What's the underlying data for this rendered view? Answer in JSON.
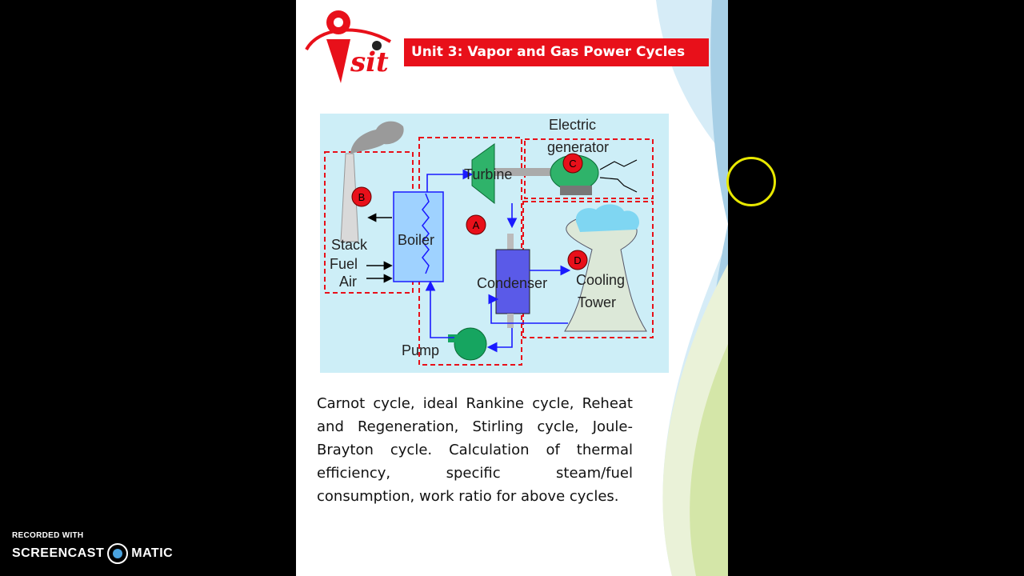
{
  "slide": {
    "title": "Unit 3: Vapor and Gas Power Cycles",
    "logo_text": "sit",
    "body": "Carnot cycle, ideal Rankine cycle, Reheat and Regeneration, Stirling cycle, Joule-Brayton cycle. Calculation of thermal efficiency, specific steam/fuel consumption, work ratio for above cycles."
  },
  "diagram": {
    "labels": {
      "electric": "Electric",
      "generator": "generator",
      "turbine": "Turbine",
      "boiler": "Boiler",
      "stack": "Stack",
      "fuel": "Fuel",
      "air": "Air",
      "condenser": "Condenser",
      "cooling": "Cooling",
      "tower": "Tower",
      "pump": "Pump"
    },
    "markers": {
      "a": "A",
      "b": "B",
      "c": "C",
      "d": "D"
    }
  },
  "recorder": {
    "small": "RECORDED WITH",
    "brand_left": "SCREENCAST",
    "brand_right": "MATIC"
  },
  "colors": {
    "title_bg": "#e8101a",
    "diagram_bg": "#cdeef7",
    "marker": "#e8101a",
    "flow": "#1a1aff"
  }
}
